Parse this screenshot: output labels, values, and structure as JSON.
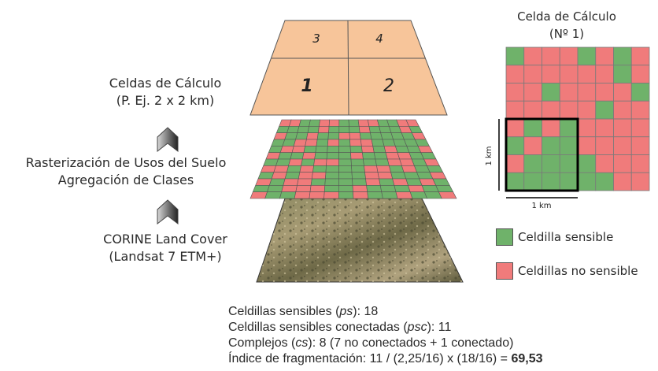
{
  "colors": {
    "sensitive": "#6fb26a",
    "not_sensitive": "#f07b7b",
    "calc_cell": "#f7c59a",
    "grid_line": "#7a7a7a"
  },
  "labels": {
    "calc_cells_title": "Celdas de Cálculo",
    "calc_cells_example": "(P. Ej. 2 x 2 km)",
    "raster_line1": "Rasterización de Usos del Suelo",
    "raster_line2": "Agregación de Clases",
    "corine_line1": "CORINE Land Cover",
    "corine_line2": "(Landsat 7 ETM+)",
    "calc_cell_detail_title": "Celda de Cálculo",
    "calc_cell_detail_number": "(Nº 1)",
    "scale_vertical": "1 km",
    "scale_horizontal": "1 km"
  },
  "calc_cell_numbers": [
    "3",
    "4",
    "1",
    "2"
  ],
  "legend": [
    {
      "label": "Celdilla sensible",
      "color": "#6fb26a"
    },
    {
      "label": "Celdillas no sensible",
      "color": "#f07b7b"
    }
  ],
  "detail_grid": {
    "rows": 8,
    "cols": 8,
    "sensitive_cells": [
      [
        0,
        0
      ],
      [
        0,
        4
      ],
      [
        0,
        6
      ],
      [
        1,
        6
      ],
      [
        2,
        2
      ],
      [
        2,
        7
      ],
      [
        3,
        5
      ],
      [
        4,
        1
      ],
      [
        4,
        3
      ],
      [
        5,
        0
      ],
      [
        5,
        2
      ],
      [
        5,
        3
      ],
      [
        6,
        1
      ],
      [
        6,
        2
      ],
      [
        6,
        3
      ],
      [
        6,
        4
      ],
      [
        7,
        0
      ],
      [
        7,
        1
      ],
      [
        7,
        2
      ],
      [
        7,
        3
      ],
      [
        7,
        4
      ],
      [
        7,
        5
      ]
    ]
  },
  "raster_grid": {
    "rows": 12,
    "cols": 14,
    "green_rows": [
      "00110011001100",
      "11110111011101",
      "01101100111110",
      "11001010011111",
      "10011111010110",
      "01101110110011",
      "11010011110010",
      "00101111001011",
      "10100111001110",
      "01001111010101",
      "11000110111011",
      "01100010110110"
    ]
  },
  "stats": {
    "ps_prefix": "Celdillas sensibles (",
    "ps_symbol": "ps",
    "ps_suffix": "):  18",
    "psc_prefix": "Celdillas sensibles conectadas (",
    "psc_symbol": "psc",
    "psc_suffix": "): 11",
    "cs_prefix": "Complejos (",
    "cs_symbol": "cs",
    "cs_suffix": "): 8 (7 no conectados + 1 conectado)",
    "index_text": "Índice de fragmentación: 11 / (2,25/16) x (18/16) = ",
    "index_value": "69,53"
  }
}
